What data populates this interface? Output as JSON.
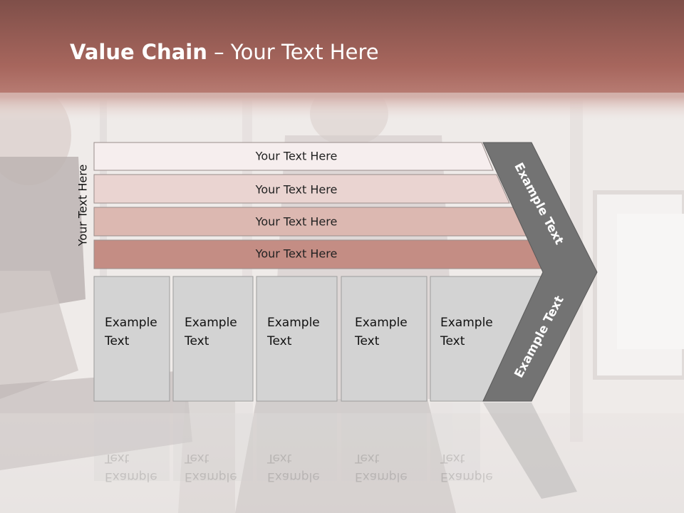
{
  "slide": {
    "title_bold": "Value Chain",
    "title_rest": " – Your Text Here",
    "side_label": "Your Text Here"
  },
  "bars": [
    {
      "label": "Your Text Here",
      "color": "#f6eeee"
    },
    {
      "label": "Your Text Here",
      "color": "#ead4d1"
    },
    {
      "label": "Your Text Here",
      "color": "#dcb8b1"
    },
    {
      "label": "Your Text Here",
      "color": "#c48d84"
    }
  ],
  "boxes": [
    {
      "line1": "Example",
      "line2": "Text"
    },
    {
      "line1": "Example",
      "line2": "Text"
    },
    {
      "line1": "Example",
      "line2": "Text"
    },
    {
      "line1": "Example",
      "line2": "Text"
    },
    {
      "line1": "Example",
      "line2": "Text"
    }
  ],
  "chevron": {
    "upper_label": "Example Text",
    "lower_label": "Example Text",
    "color": "#737373"
  },
  "theme": {
    "header_color": "#a8675e",
    "box_fill": "#d3d3d3"
  }
}
